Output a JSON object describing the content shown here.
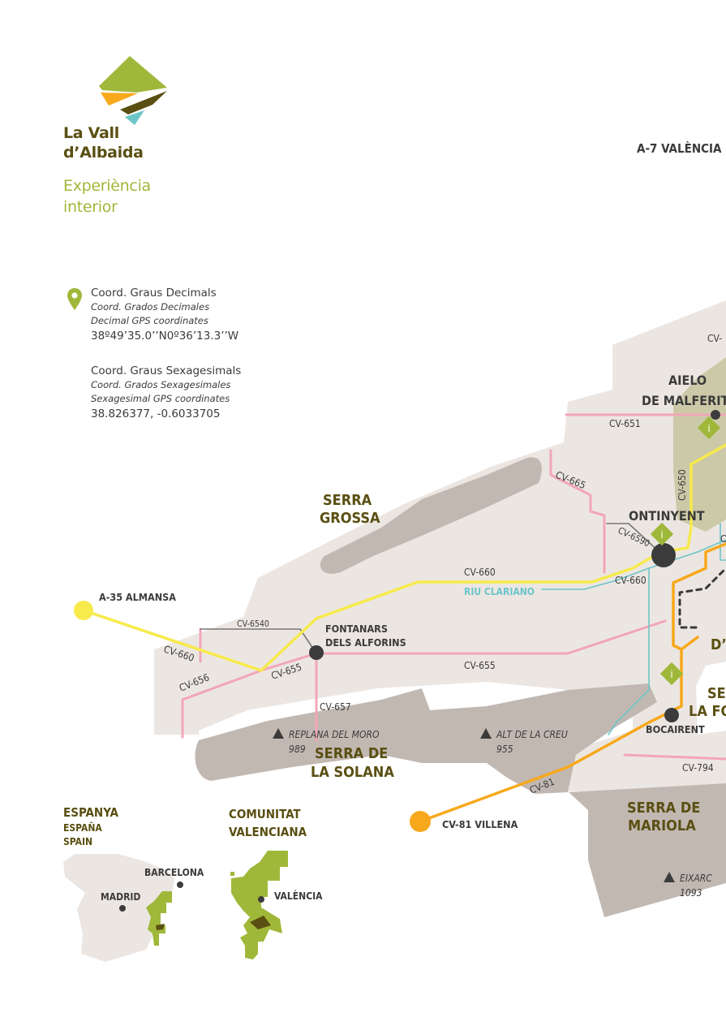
{
  "brand": {
    "name_line1": "La Vall",
    "name_line2": "d’Albaida",
    "tagline_line1": "Experiència",
    "tagline_line2": "interior",
    "colors": {
      "olive": "#a0b83a",
      "dark": "#5a4f12",
      "orange": "#f7a81b",
      "teal": "#6cc5c9"
    }
  },
  "coordinates": {
    "decimal": {
      "label_va": "Coord. Graus Decimals",
      "label_es": "Coord. Grados Decimales",
      "label_en": "Decimal GPS coordinates",
      "value": "38º49’35.0’’N0º36’13.3’’W"
    },
    "sexagesimal": {
      "label_va": "Coord. Graus Sexagesimals",
      "label_es": "Coord. Grados Sexagesimales",
      "label_en": "Sexagesimal GPS coordinates",
      "value": "38.826377, -0.6033705"
    }
  },
  "map": {
    "highways": {
      "a7": "A-7 VALÈNCIA",
      "a35": "A-35 ALMANSA",
      "cv81": "CV-81 VILLENA"
    },
    "towns": {
      "aielo_1": "AIELO",
      "aielo_2": "DE MALFERIT",
      "ontinyent": "ONTINYENT",
      "fontanars_1": "FONTANARS",
      "fontanars_2": "DELS ALFORINS",
      "bocairent": "BOCAIRENT"
    },
    "ranges": {
      "grossa_1": "SERRA",
      "grossa_2": "GROSSA",
      "solana_1": "SERRA DE",
      "solana_2": "LA SOLANA",
      "mariola_1": "SERRA DE",
      "mariola_2": "MARIOLA",
      "fontcal_1": "SERRA DE",
      "fontcal_2": "LA FONT",
      "dpartial": "D’"
    },
    "peaks": {
      "replana_name": "REPLANA DEL MORO",
      "replana_alt": "989",
      "creu_name": "ALT DE LA CREU",
      "creu_alt": "955",
      "eixarc_name": "EIXARC",
      "eixarc_alt": "1093"
    },
    "river": "RIU CLARIANO",
    "roads": {
      "cv651": "CV-651",
      "cv665": "CV-665",
      "cv650": "CV-650",
      "cv6590": "CV-6590",
      "cv660a": "CV-660",
      "cv660b": "CV-660",
      "cv660c": "CV-660",
      "cv6540": "CV-6540",
      "cv656": "CV-656",
      "cv655a": "CV-655",
      "cv655b": "CV-655",
      "cv657": "CV-657",
      "cv794": "CV-794",
      "cv81road": "CV-81",
      "cvtop": "CV-",
      "cvpartial": "C"
    },
    "info_badge": "i"
  },
  "insets": {
    "espanya_va": "ESPANYA",
    "espanya_es": "ESPAÑA",
    "espanya_en": "SPAIN",
    "madrid": "MADRID",
    "barcelona": "BARCELONA",
    "comunitat_1": "COMUNITAT",
    "comunitat_2": "VALENCIANA",
    "valencia": "VALÈNCIA"
  }
}
